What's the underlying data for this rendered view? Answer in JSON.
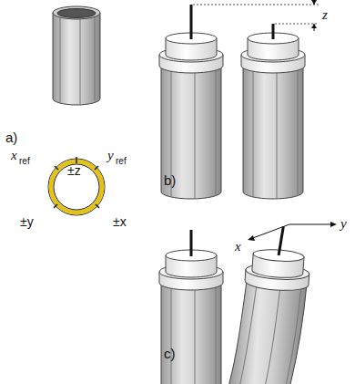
{
  "diagram": {
    "labels": [
      "a)",
      "x",
      "ref",
      "y",
      "ref",
      "±z",
      "±y",
      "±x",
      "b)",
      "z",
      "x",
      "y",
      "c)"
    ]
  }
}
